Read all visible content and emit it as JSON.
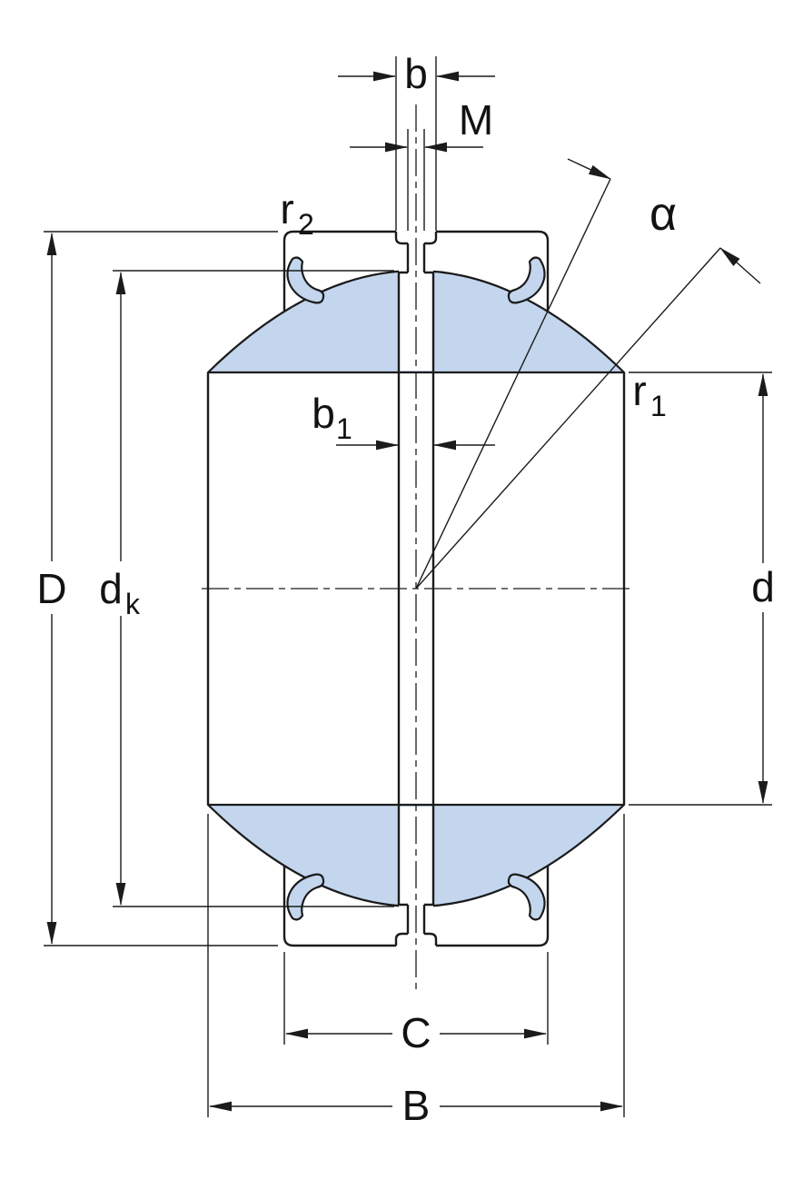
{
  "diagram": {
    "figure": "radial spherical plain bearing cross-section",
    "colors": {
      "line": "#1b1b1b",
      "inner_ring_fill": "#c3d6ee",
      "background": "#ffffff"
    },
    "labels": {
      "b": "b",
      "M": "M",
      "alpha": "α",
      "D": "D",
      "d": "d",
      "C": "C",
      "B": "B",
      "r2_base": "r",
      "r2_sub": "2",
      "r1_base": "r",
      "r1_sub": "1",
      "b1_base": "b",
      "b1_sub": "1",
      "dk_base": "d",
      "dk_sub": "k"
    }
  }
}
